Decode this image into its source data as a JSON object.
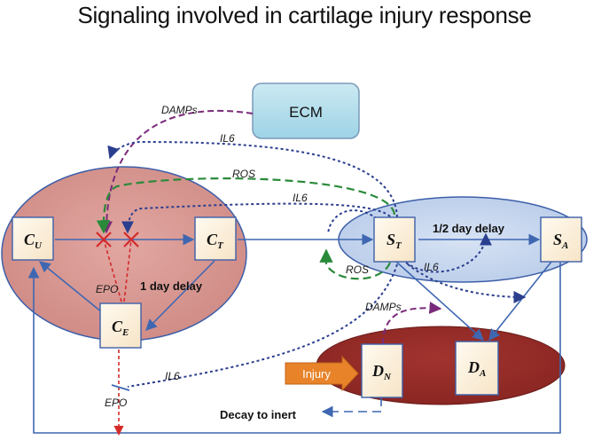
{
  "title": "Signaling involved in cartilage injury response",
  "nodes": {
    "cu": {
      "main": "C",
      "sub": "U"
    },
    "ct": {
      "main": "C",
      "sub": "T"
    },
    "ce": {
      "main": "C",
      "sub": "E"
    },
    "st": {
      "main": "S",
      "sub": "T"
    },
    "sa": {
      "main": "S",
      "sub": "A"
    },
    "dn": {
      "main": "D",
      "sub": "N"
    },
    "da": {
      "main": "D",
      "sub": "A"
    },
    "ecm": "ECM",
    "injury": "Injury"
  },
  "labels": {
    "damps_top": "DAMPs",
    "il6_top": "IL6",
    "ros_top": "ROS",
    "il6_mid": "IL6",
    "epo_mid": "EPO",
    "one_day_delay": "1 day delay",
    "half_day_delay": "1/2 day delay",
    "ros_right": "ROS",
    "il6_right": "IL6",
    "damps_right": "DAMPs",
    "il6_bottom": "IL6",
    "epo_bottom": "EPO",
    "decay": "Decay to inert"
  }
}
